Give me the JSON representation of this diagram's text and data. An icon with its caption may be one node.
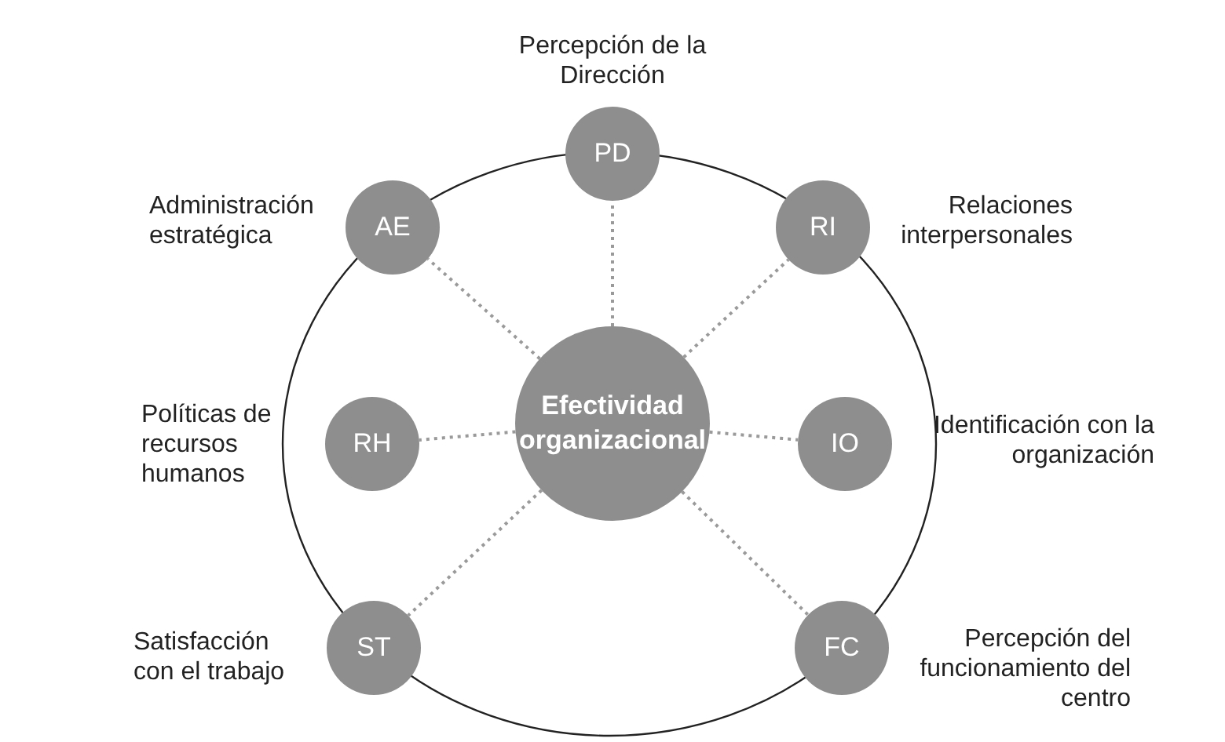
{
  "diagram": {
    "nodes": [
      {
        "text": [
          "PD"
        ],
        "beside": [
          "Percepción de la Dirección"
        ]
      },
      {
        "text": [
          "AE"
        ],
        "beside": [
          "Administración estratégica"
        ]
      },
      {
        "text": [
          "RI"
        ],
        "beside": [
          "Relaciones interpersonales"
        ]
      },
      {
        "text": [
          "Efectividad organizacional"
        ]
      },
      {
        "text": [
          "RH"
        ],
        "beside": [
          "Políticas de recursos humanos"
        ]
      },
      {
        "text": [
          "IO"
        ],
        "beside": [
          "Identificación con la organización"
        ]
      },
      {
        "text": [
          "ST"
        ],
        "beside": [
          "Satisfacción con el trabajo"
        ]
      },
      {
        "text": [
          "FC"
        ],
        "beside": [
          "Percepción del funcionamiento del centro"
        ]
      }
    ],
    "edges": [
      {
        "from": 3,
        "to": 0,
        "arrow": "none",
        "style": "dashed"
      },
      {
        "from": 3,
        "to": 1,
        "arrow": "none",
        "style": "dashed"
      },
      {
        "from": 3,
        "to": 2,
        "arrow": "none",
        "style": "dashed"
      },
      {
        "from": 3,
        "to": 4,
        "arrow": "none",
        "style": "dashed"
      },
      {
        "from": 3,
        "to": 5,
        "arrow": "none",
        "style": "dashed"
      },
      {
        "from": 3,
        "to": 6,
        "arrow": "none",
        "style": "dashed"
      },
      {
        "from": 3,
        "to": 7,
        "arrow": "none",
        "style": "dashed"
      }
    ]
  }
}
